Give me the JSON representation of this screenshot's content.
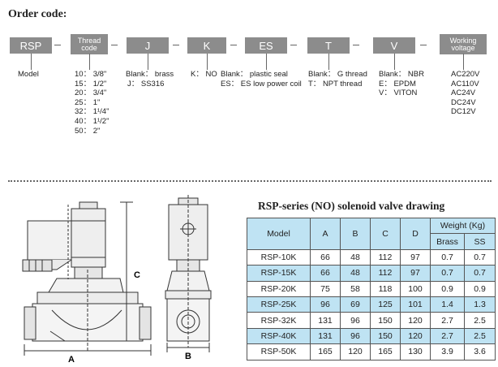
{
  "order": {
    "title": "Order code:",
    "codes": [
      {
        "label": "RSP"
      },
      {
        "label_line1": "Thread",
        "label_line2": "code"
      },
      {
        "label": "J"
      },
      {
        "label": "K"
      },
      {
        "label": "ES"
      },
      {
        "label": "T"
      },
      {
        "label": "V"
      },
      {
        "label_line1": "Working",
        "label_line2": "voltage"
      }
    ],
    "options": {
      "model": [
        "Model"
      ],
      "thread": [
        "10： 3/8\"",
        "15： 1/2\"",
        "20： 3/4\"",
        "25： 1\"",
        "32： 1¹/4\"",
        "40： 1¹/2\"",
        "50： 2\""
      ],
      "material": [
        "Blank： brass",
        "J： SS316"
      ],
      "normally": [
        "K： NO"
      ],
      "seal": [
        "Blank： plastic seal",
        "ES： ES low power coil"
      ],
      "thread_type": [
        "Blank： G thread",
        "T： NPT thread"
      ],
      "rubber": [
        "Blank： NBR",
        "E： EPDM",
        "V： VITON"
      ],
      "voltage": [
        "AC220V",
        "AC110V",
        "AC24V",
        "DC24V",
        "DC12V"
      ]
    }
  },
  "drawing": {
    "title": "RSP-series (NO) solenoid valve drawing",
    "labels": {
      "a": "A",
      "b": "B",
      "c": "C"
    }
  },
  "table": {
    "headers": {
      "model": "Model",
      "a": "A",
      "b": "B",
      "c": "C",
      "d": "D",
      "weight": "Weight (Kg)",
      "brass": "Brass",
      "ss": "SS"
    },
    "rows": [
      [
        "RSP-10K",
        "66",
        "48",
        "112",
        "97",
        "0.7",
        "0.7"
      ],
      [
        "RSP-15K",
        "66",
        "48",
        "112",
        "97",
        "0.7",
        "0.7"
      ],
      [
        "RSP-20K",
        "75",
        "58",
        "118",
        "100",
        "0.9",
        "0.9"
      ],
      [
        "RSP-25K",
        "96",
        "69",
        "125",
        "101",
        "1.4",
        "1.3"
      ],
      [
        "RSP-32K",
        "131",
        "96",
        "150",
        "120",
        "2.7",
        "2.5"
      ],
      [
        "RSP-40K",
        "131",
        "96",
        "150",
        "120",
        "2.7",
        "2.5"
      ],
      [
        "RSP-50K",
        "165",
        "120",
        "165",
        "130",
        "3.9",
        "3.6"
      ]
    ]
  }
}
